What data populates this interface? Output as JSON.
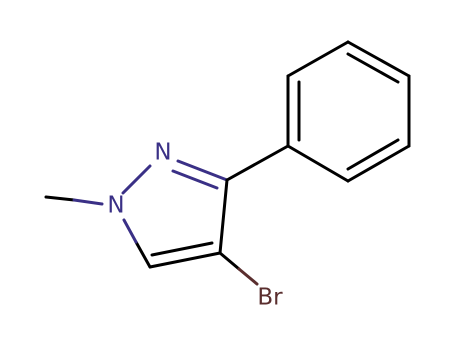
{
  "molecule": {
    "atoms": {
      "n1": {
        "symbol": "N",
        "color": "#3a3086"
      },
      "n2": {
        "symbol": "N",
        "color": "#3a3086"
      },
      "br": {
        "symbol": "Br",
        "color": "#5a2e2e"
      }
    },
    "colors": {
      "bond": "#000000",
      "nitrogen": "#3a3086",
      "bromine": "#5a2e2e",
      "background": "#ffffff"
    }
  }
}
